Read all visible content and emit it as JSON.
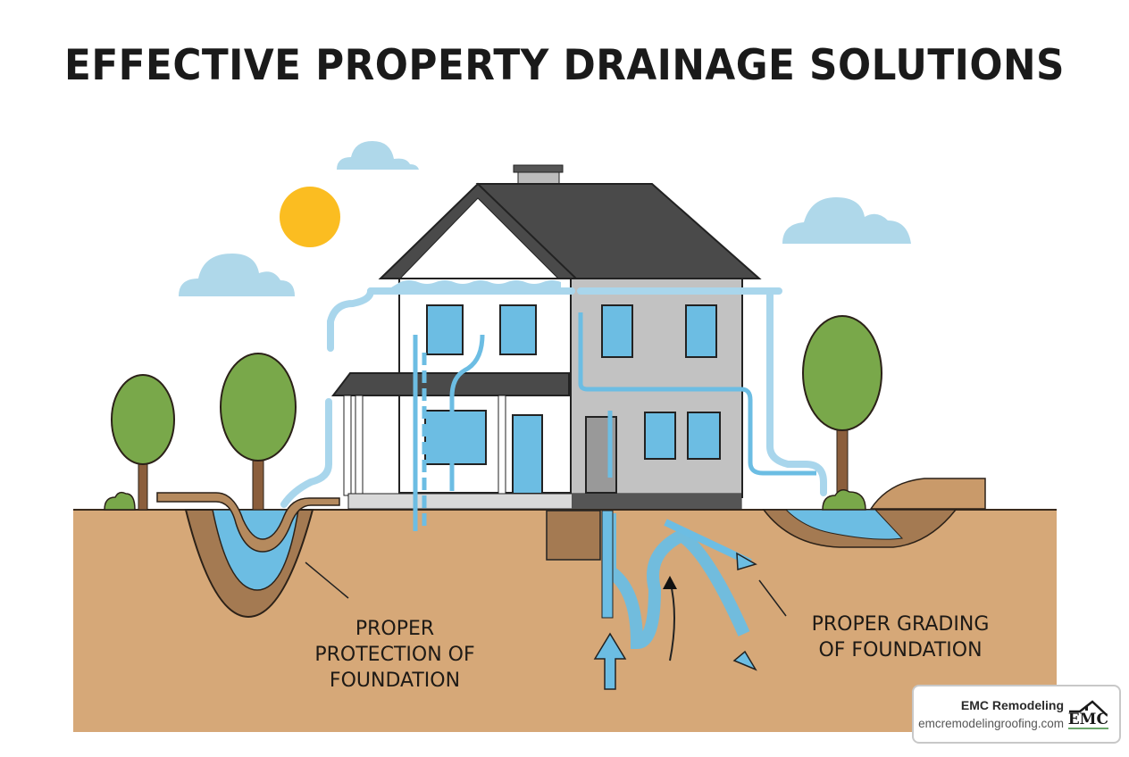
{
  "title": "EFFECTIVE PROPERTY DRAINAGE SOLUTIONS",
  "labels": {
    "left": {
      "lines": [
        "PROPER",
        "PROTECTION OF",
        "FOUNDATION"
      ]
    },
    "right": {
      "lines": [
        "PROPER GRADING",
        "OF FOUNDATION"
      ]
    }
  },
  "brand": {
    "name": "EMC Remodeling",
    "url": "emcremodelingroofing.com",
    "logo_text": "EMC",
    "logo_icon": "house-roof-icon"
  },
  "illustration": {
    "elements": [
      "sun",
      "clouds",
      "two-story-house",
      "gutters",
      "downspouts",
      "water-flow-arrows",
      "trees",
      "shrubs",
      "drainage-swale",
      "foundation-drain",
      "graded-soil-berm"
    ],
    "colors": {
      "sky": "#ffffff",
      "soil": "#d6a878",
      "soil_dark": "#a47a52",
      "water": "#6cbde3",
      "pipe": "#a9d6ec",
      "roof": "#4a4a4a",
      "wall_light": "#ffffff",
      "wall_gray": "#c2c2c2",
      "tree": "#79a84a",
      "trunk": "#8b5e3c",
      "sun": "#fbbd21",
      "cloud": "#afd8ea"
    }
  }
}
